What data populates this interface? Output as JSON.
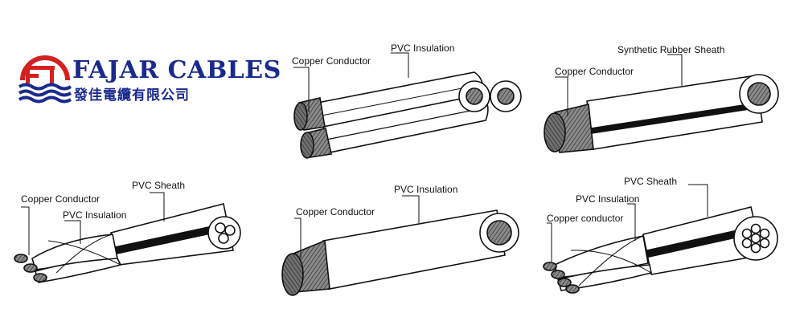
{
  "brand": {
    "name": "FAJAR CABLES",
    "chinese_name": "發佳電纜有限公司",
    "primary_color": "#1a2a8c",
    "accent_color": "#d42020"
  },
  "diagrams": [
    {
      "id": "twin-flat",
      "labels": {
        "conductor": "Copper Conductor",
        "insulation": "PVC Insulation"
      }
    },
    {
      "id": "rubber-single",
      "labels": {
        "conductor": "Copper Conductor",
        "sheath": "Synthetic Rubber Sheath"
      }
    },
    {
      "id": "three-core",
      "labels": {
        "conductor": "Copper Conductor",
        "insulation": "PVC Insulation",
        "sheath": "PVC Sheath"
      }
    },
    {
      "id": "single-pvc",
      "labels": {
        "conductor": "Copper Conductor",
        "insulation": "PVC Insulation"
      }
    },
    {
      "id": "multi-core",
      "labels": {
        "conductor": "Copper conductor",
        "insulation": "PVC Insulation",
        "sheath": "PVC Sheath"
      }
    }
  ]
}
